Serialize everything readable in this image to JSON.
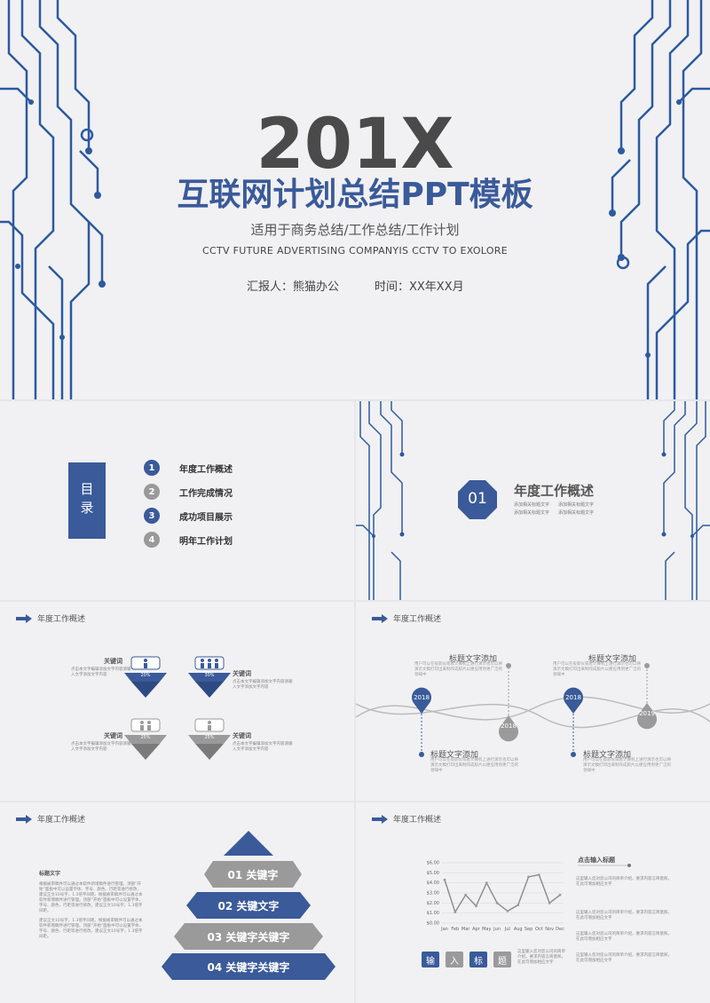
{
  "cover": {
    "year": "201X",
    "title": "互联网计划总结PPT模板",
    "subtitle": "适用于商务总结/工作总结/工作计划",
    "english": "CCTV FUTURE ADVERTISING COMPANYIS CCTV TO EXOLORE",
    "reporter": "汇报人：熊猫办公",
    "time": "时间：XX年XX月"
  },
  "toc": {
    "label": "目录",
    "items": [
      {
        "num": "1",
        "text": "年度工作概述"
      },
      {
        "num": "2",
        "text": "工作完成情况"
      },
      {
        "num": "3",
        "text": "成功项目展示"
      },
      {
        "num": "4",
        "text": "明年工作计划"
      }
    ]
  },
  "section": {
    "num": "01",
    "title": "年度工作概述",
    "bullets": [
      "添加相关标题文字",
      "添加相关标题文字",
      "添加相关标题文字",
      "添加相关标题文字"
    ]
  },
  "header_label": "年度工作概述",
  "keywords": {
    "label": "关键词",
    "desc": "点击本文字编辑添加文字内容请输入文字添加文字内容",
    "percents": [
      "20%",
      "30%",
      "25%",
      "25%"
    ]
  },
  "timeline": {
    "heading": "标题文字添加",
    "desc": "用户可以在投影仪或者计算机上进行演示也可以将演示文稿打印出来制作成胶片以便应用到更广泛的领域中",
    "years": [
      "2018",
      "2018",
      "2018",
      "2019"
    ]
  },
  "pyramid": {
    "heading": "标题文字",
    "para1": "根据被审稿件可以通过本软件新增稿件进行管理。顶部“开始”面板中可以设置字体、字号、颜色、行距等进行修改，建议正文10号字，1.3倍字间距。根据被审稿件可以通过本软件新增稿件进行管理。顶部“开始”面板中可以设置字体、字号、颜色、行距等进行修改，建议正文10号字，1.3倍字间距。",
    "para2": "建议正文10号字，1.3倍字间距。根据被审稿件可以通过本软件新增稿件进行管理。顶部“开始”面板中可以设置字体、字号、颜色、行距等进行修改。建议正文10号字，1.3倍字间距。",
    "levels": [
      "01 关键字",
      "02 关键文字",
      "03 关键字关键字",
      "04 关键字关键字"
    ]
  },
  "chart_data": {
    "type": "line",
    "categories": [
      "Jan",
      "Feb",
      "Mar",
      "Apr",
      "May",
      "Jun",
      "Jul",
      "Aug",
      "Sep",
      "Oct",
      "Nov",
      "Dec"
    ],
    "values": [
      4.3,
      1.1,
      2.8,
      1.7,
      4.0,
      2.0,
      1.2,
      1.8,
      4.6,
      4.8,
      2.0,
      2.8
    ],
    "ylim": [
      0,
      6
    ],
    "yticks": [
      "$0.00",
      "$1.00",
      "$2.00",
      "$3.00",
      "$4.00",
      "$5.00",
      "$6.00"
    ],
    "title": "",
    "xlabel": "",
    "ylabel": "",
    "grid": true,
    "colors": {
      "line": "#8a8a8a",
      "marker": "#9a9a9a"
    }
  },
  "chart_side": {
    "heading": "点击输入标题",
    "items": [
      "这里输入您对您公司的简单介绍，要求内容言简意赅，在此可增加相应文字",
      "这里输入您对您公司的简单介绍，要求内容言简意赅，在此可增加相应文字",
      "这里输入您对您公司的简单介绍，要求内容言简意赅，在此可增加相应文字",
      "这里输入您对您公司的简单介绍，要求内容言简意赅，在此可增加相应文字"
    ],
    "chips": [
      "输",
      "入",
      "标",
      "题"
    ],
    "chip_desc": "这里输入您对您公司的简单介绍，要求内容言简意赅，在此可增加相应文字"
  },
  "colors": {
    "blue": "#3a5a9a",
    "gray": "#9a9a9a",
    "dark": "#4a4a4a",
    "circuit": "#2c5aa0"
  }
}
